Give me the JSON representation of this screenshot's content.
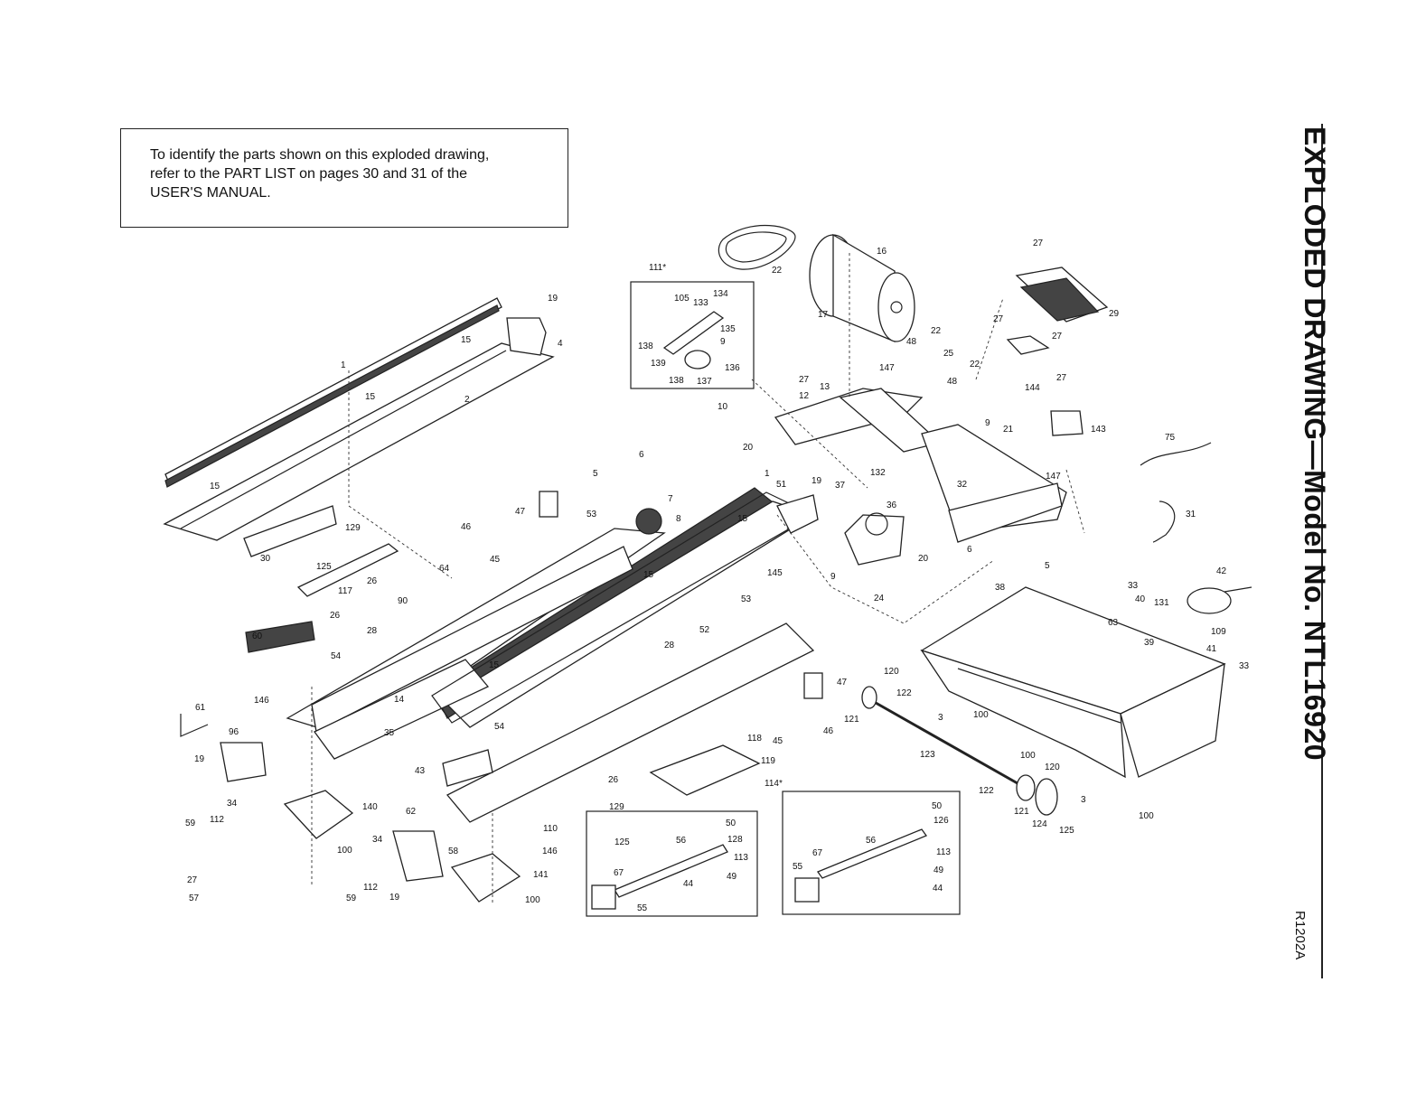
{
  "note": {
    "lines": [
      "To identify the parts shown on this exploded drawing,",
      "refer to the PART LIST on pages 30 and 31 of the",
      "USER'S MANUAL."
    ]
  },
  "title": "EXPLODED DRAWING—Model No. NTL16920",
  "drawing_code": "R1202A",
  "inset_labels": [
    "111*",
    "114*"
  ],
  "part_numbers": [
    "1",
    "2",
    "3",
    "4",
    "5",
    "6",
    "7",
    "8",
    "9",
    "10",
    "12",
    "13",
    "14",
    "15",
    "16",
    "17",
    "19",
    "20",
    "21",
    "22",
    "24",
    "25",
    "26",
    "27",
    "28",
    "29",
    "30",
    "31",
    "32",
    "33",
    "34",
    "35",
    "36",
    "37",
    "38",
    "39",
    "40",
    "41",
    "42",
    "43",
    "44",
    "45",
    "46",
    "47",
    "48",
    "49",
    "50",
    "51",
    "52",
    "53",
    "54",
    "55",
    "56",
    "57",
    "58",
    "59",
    "60",
    "61",
    "62",
    "63",
    "64",
    "67",
    "75",
    "90",
    "96",
    "100",
    "105",
    "109",
    "110",
    "112",
    "113",
    "117",
    "118",
    "119",
    "120",
    "121",
    "122",
    "123",
    "124",
    "125",
    "126",
    "128",
    "129",
    "131",
    "132",
    "133",
    "134",
    "135",
    "136",
    "137",
    "138",
    "139",
    "140",
    "141",
    "143",
    "144",
    "145",
    "146",
    "147"
  ]
}
